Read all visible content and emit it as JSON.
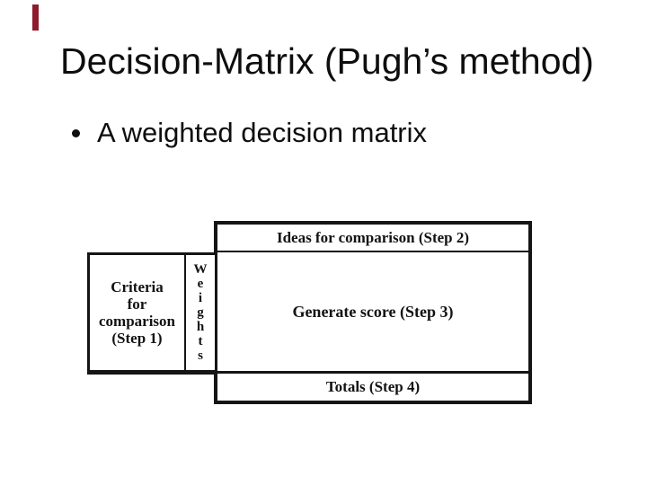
{
  "slide": {
    "title": "Decision-Matrix (Pugh’s method)",
    "bullet": {
      "glyph": "•",
      "text": "A weighted decision matrix"
    }
  },
  "diagram": {
    "ideas_label": "Ideas for comparison (Step 2)",
    "criteria_lines": [
      "Criteria",
      "for",
      "comparison",
      "(Step 1)"
    ],
    "weights_letters": [
      "W",
      "e",
      "i",
      "g",
      "h",
      "t",
      "s"
    ],
    "generate_label": "Generate score (Step 3)",
    "totals_label": "Totals (Step 4)"
  },
  "colors": {
    "background": "#ffffff",
    "ink": "#121212",
    "bookmark_red": "#8e1b2c"
  }
}
